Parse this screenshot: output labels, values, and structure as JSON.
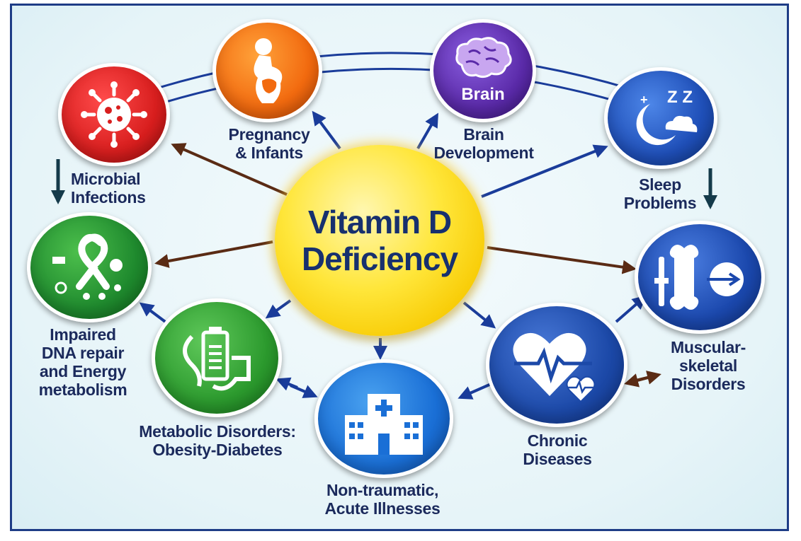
{
  "center": {
    "line1": "Vitamin D",
    "line2": "Deficiency"
  },
  "nodes": {
    "microbial": {
      "line1": "Microbial",
      "line2": "Infections",
      "icon": "virus-icon",
      "color": "#d81e1e"
    },
    "pregnancy": {
      "line1": "Pregnancy",
      "line2": "& Infants",
      "icon": "pregnancy-icon",
      "color": "#f26a0f"
    },
    "brain": {
      "line1": "Brain",
      "line2": "Development",
      "icon_text": "Brain",
      "icon": "brain-icon",
      "color": "#5a2aa8"
    },
    "sleep": {
      "line1": "Sleep",
      "line2": "Problems",
      "icon": "moon-icon",
      "color": "#1f4fb8",
      "icon_text": "Z Z"
    },
    "dna": {
      "line1": "Impaired",
      "line2": "DNA repair",
      "line3": "and Energy",
      "line4": "metabolism",
      "icon": "ribbon-icon",
      "color": "#1f8a2e"
    },
    "metabolic": {
      "line1": "Metabolic Disorders:",
      "line2": "Obesity-Diabetes",
      "icon": "battery-icon",
      "color": "#2c9a2e"
    },
    "acute": {
      "line1": "Non-traumatic,",
      "line2": "Acute Illnesses",
      "icon": "hospital-icon",
      "color": "#1a6fd6"
    },
    "chronic": {
      "line1": "Chronic",
      "line2": "Diseases",
      "icon": "heart-icon",
      "color": "#1c49a8"
    },
    "muscular": {
      "line1": "Muscular-",
      "line2": "skeletal",
      "line3": "Disorders",
      "icon": "bone-icon",
      "color": "#1b48ad"
    }
  },
  "colors": {
    "frame": "#1e3c86",
    "arrow_blue": "#1a3c9a",
    "arrow_brown": "#5a2b14",
    "text": "#1b2a5c"
  }
}
